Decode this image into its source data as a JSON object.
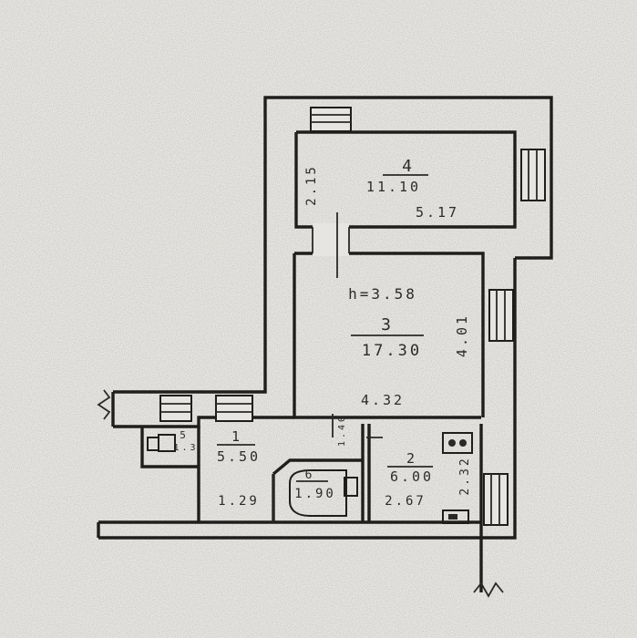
{
  "rooms": [
    {
      "id": "room-4",
      "number": "4",
      "area": "11.10",
      "dim_width": "5.17",
      "dim_depth": "2.15"
    },
    {
      "id": "room-3",
      "number": "3",
      "area": "17.30",
      "ceiling_height": "h=3.58",
      "dim_width": "4.32",
      "dim_depth": "4.01"
    },
    {
      "id": "room-1",
      "number": "1",
      "area": "5.50",
      "dim_width": "1.29"
    },
    {
      "id": "room-2",
      "number": "2",
      "area": "6.00",
      "dim_width": "2.67",
      "dim_depth": "2.32"
    },
    {
      "id": "room-6",
      "number": "6",
      "area": "1.90"
    },
    {
      "id": "room-5",
      "number": "5",
      "area": "1.3"
    }
  ],
  "misc_dims": [
    "1.40"
  ],
  "colors": {
    "paper": "#e6e5e1",
    "ink": "#1f1e1d",
    "pencil": "#2c2b2a"
  }
}
